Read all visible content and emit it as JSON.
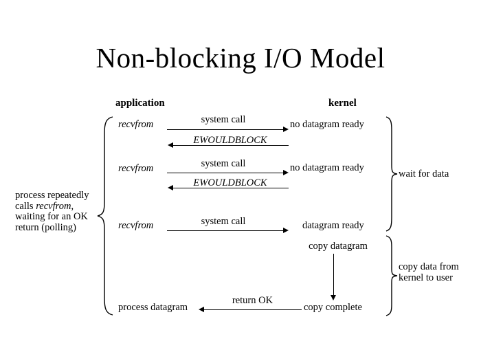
{
  "title": "Non-blocking I/O Model",
  "headers": {
    "application": "application",
    "kernel": "kernel"
  },
  "left_annotation": {
    "line1": "process repeatedly",
    "line2_prefix": "calls ",
    "line2_italic": "recvfrom",
    "line2_suffix": ",",
    "line3": "waiting for an OK",
    "line4": "return (polling)"
  },
  "right_annotations": {
    "wait_for_data": "wait for data",
    "copy_data_line1": "copy data from",
    "copy_data_line2": "kernel to user"
  },
  "rounds": [
    {
      "app_call": "recvfrom",
      "call_label": "system  call",
      "kernel_state": "no datagram ready",
      "return_label": "EWOULDBLOCK"
    },
    {
      "app_call": "recvfrom",
      "call_label": "system  call",
      "kernel_state": "no datagram ready",
      "return_label": "EWOULDBLOCK"
    },
    {
      "app_call": "recvfrom",
      "call_label": "system  call",
      "kernel_state": "datagram ready",
      "return_label": null
    }
  ],
  "copy_phase": {
    "copy_datagram": "copy datagram",
    "copy_complete": "copy complete",
    "return_ok": "return OK",
    "process_datagram": "process datagram"
  },
  "colors": {
    "ink": "#000000",
    "background": "#ffffff"
  }
}
